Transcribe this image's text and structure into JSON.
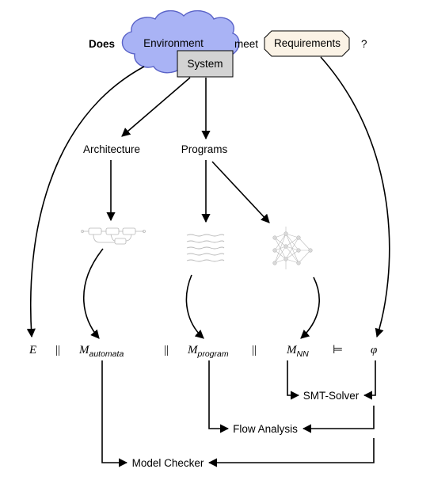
{
  "question": {
    "does": "Does",
    "environment": "Environment",
    "system": "System",
    "meet": "meet",
    "requirements": "Requirements",
    "qmark": "?"
  },
  "components": {
    "architecture": "Architecture",
    "programs": "Programs"
  },
  "formula": {
    "E": "E",
    "par1": "||",
    "M_automata": "M",
    "M_automata_sub": "automata",
    "par2": "||",
    "M_program": "M",
    "M_program_sub": "program",
    "par3": "||",
    "M_NN": "M",
    "M_NN_sub": "NN",
    "models": "⊨",
    "phi": "φ"
  },
  "tools": {
    "smt": "SMT-Solver",
    "flow": "Flow Analysis",
    "model_checker": "Model Checker"
  },
  "colors": {
    "cloud_fill": "#a9b3f5",
    "cloud_stroke": "#5a63c8",
    "system_fill": "#d3d3d3",
    "requirements_fill": "#fbf3e6",
    "line": "#000000"
  },
  "icons": [
    "circuit-diagram-icon",
    "program-code-icon",
    "neural-network-icon"
  ]
}
